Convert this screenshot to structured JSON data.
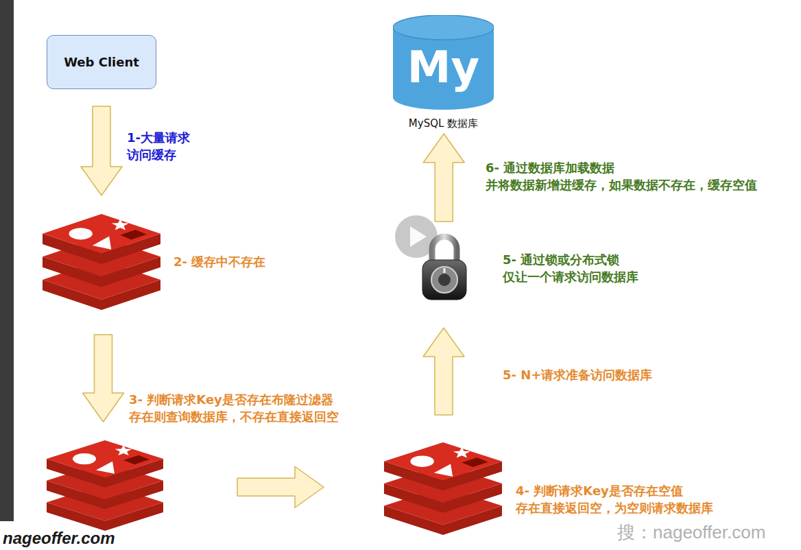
{
  "diagram": {
    "nodes": [
      {
        "text": [
          "Web Client"
        ]
      },
      {
        "text": [
          "2- 缓存中不存在"
        ]
      },
      {
        "text": [
          "3- 判断请求Key是否存在布隆过滤器 存在则查询数据库，不存在直接返回空"
        ]
      },
      {
        "text": [
          "4- 判断请求Key是否存在空值 存在直接返回空，为空则请求数据库"
        ]
      },
      {
        "text": [
          "5- 通过锁或分布式锁 仅让一个请求访问数据库"
        ]
      },
      {
        "text": [
          "My",
          "MySQL 数据库"
        ]
      }
    ],
    "edges": [
      {
        "from": 0,
        "to": 1,
        "arrow": "to",
        "label": "1-大量请求 访问缓存"
      },
      {
        "from": 1,
        "to": 2,
        "arrow": "to"
      },
      {
        "from": 2,
        "to": 3,
        "arrow": "to"
      },
      {
        "from": 3,
        "to": 4,
        "arrow": "to",
        "label": "5- N+请求准备访问数据库"
      },
      {
        "from": 4,
        "to": 5,
        "arrow": "to",
        "label": "6- 通过数据库加载数据 并将数据新增进缓存，如果数据不存在，缓存空值"
      }
    ],
    "labels": [
      "nageoffer.com",
      "搜：nageoffer.com"
    ]
  }
}
